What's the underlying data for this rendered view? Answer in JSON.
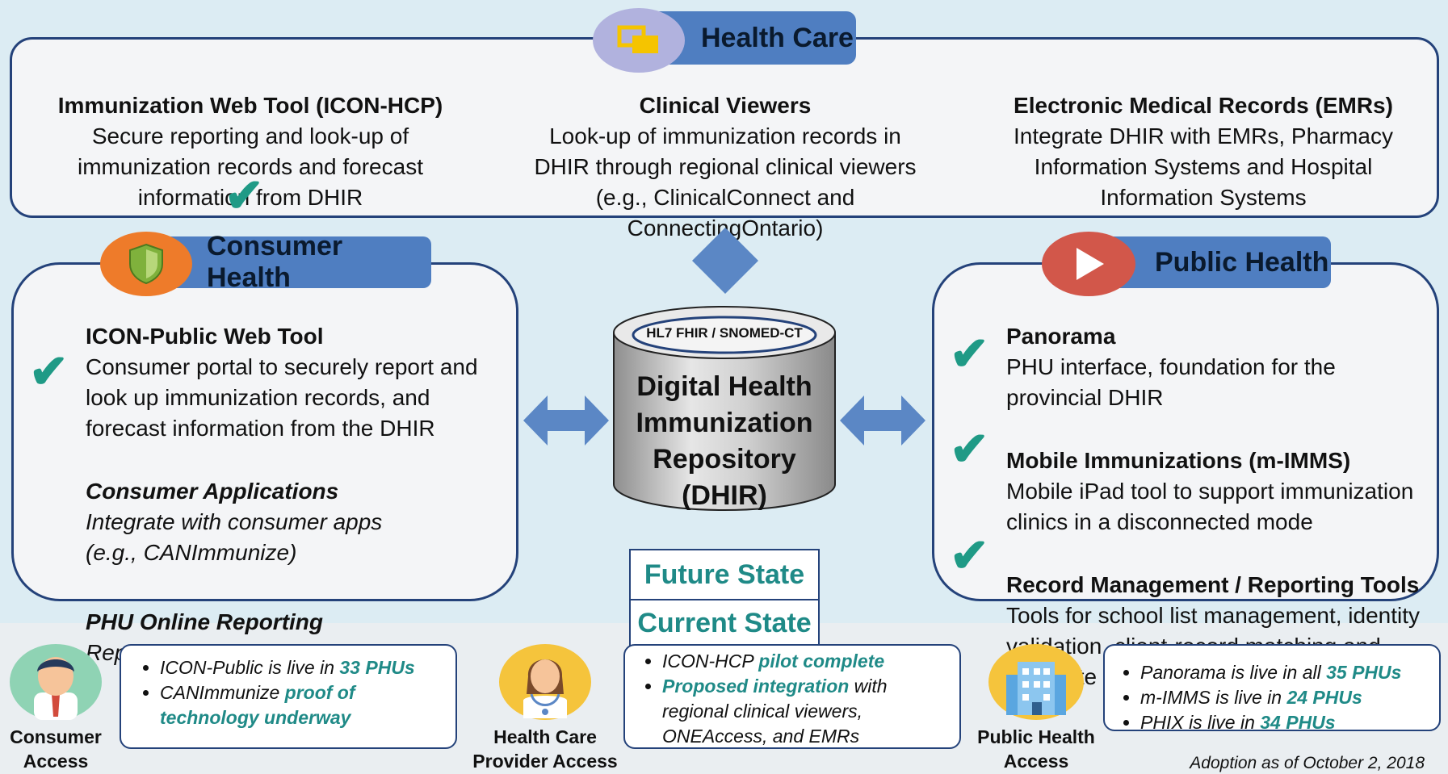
{
  "health_care": {
    "title": "Health Care",
    "items": [
      {
        "heading": "Immunization Web Tool (ICON-HCP)",
        "body": "Secure reporting and look-up of immunization records and forecast information from DHIR"
      },
      {
        "heading": "Clinical Viewers",
        "body": "Look-up of immunization records in DHIR through regional clinical viewers (e.g., ClinicalConnect and ConnectingOntario)"
      },
      {
        "heading": "Electronic Medical Records (EMRs)",
        "body": "Integrate DHIR with EMRs, Pharmacy Information Systems and Hospital Information Systems"
      }
    ]
  },
  "consumer_health": {
    "title": "Consumer Health",
    "items": [
      {
        "heading": "ICON-Public Web Tool",
        "body": "Consumer portal to securely report and look up immunization records, and forecast information from the DHIR"
      },
      {
        "heading": "Consumer Applications",
        "body_line1": "Integrate with consumer apps",
        "body_line2": "(e.g., CANImmunize)"
      },
      {
        "heading": "PHU Online Reporting",
        "body": "Reporting tools hosted by PHUs"
      }
    ]
  },
  "public_health": {
    "title": "Public Health",
    "items": [
      {
        "heading": "Panorama",
        "body": "PHU interface, foundation for the provincial DHIR"
      },
      {
        "heading": "Mobile Immunizations (m-IMMS)",
        "body": "Mobile iPad tool to support immunization clinics in a disconnected mode"
      },
      {
        "heading": "Record Management / Reporting Tools",
        "body": "Tools for school list management, identity validation, client-record matching and duplicate record management"
      }
    ]
  },
  "repository": {
    "standard": "HL7 FHIR / SNOMED-CT",
    "line1": "Digital Health",
    "line2": "Immunization",
    "line3": "Repository",
    "line4": "(DHIR)"
  },
  "states": {
    "future": "Future State",
    "current": "Current State"
  },
  "consumer_access": {
    "label_line1": "Consumer",
    "label_line2": "Access",
    "notes": [
      {
        "prefix": "ICON-Public is live in ",
        "highlight": "33 PHUs",
        "suffix": ""
      },
      {
        "prefix": "CANImmunize ",
        "highlight": "proof of technology underway",
        "suffix": ""
      }
    ]
  },
  "hcp_access": {
    "label_line1": "Health Care",
    "label_line2": "Provider Access",
    "notes": [
      {
        "prefix": "ICON-HCP ",
        "highlight": "pilot complete",
        "suffix": ""
      },
      {
        "prefix": "",
        "highlight": "Proposed integration",
        "suffix": " with regional clinical viewers, ONEAccess, and EMRs"
      }
    ]
  },
  "ph_access": {
    "label_line1": "Public Health",
    "label_line2": "Access",
    "notes": [
      {
        "prefix": "Panorama is live in all ",
        "highlight": "35 PHUs",
        "suffix": ""
      },
      {
        "prefix": "m-IMMS is live in ",
        "highlight": "24 PHUs",
        "suffix": ""
      },
      {
        "prefix": "PHIX is live in ",
        "highlight": "34 PHUs",
        "suffix": ""
      }
    ]
  },
  "footnote": "Adoption as of October 2, 2018",
  "colors": {
    "accent": "#1f8a87",
    "navy": "#24427a",
    "header_blue": "#4f7ec1",
    "arrow_blue": "#5b87c5",
    "check": "#1f9a86"
  }
}
